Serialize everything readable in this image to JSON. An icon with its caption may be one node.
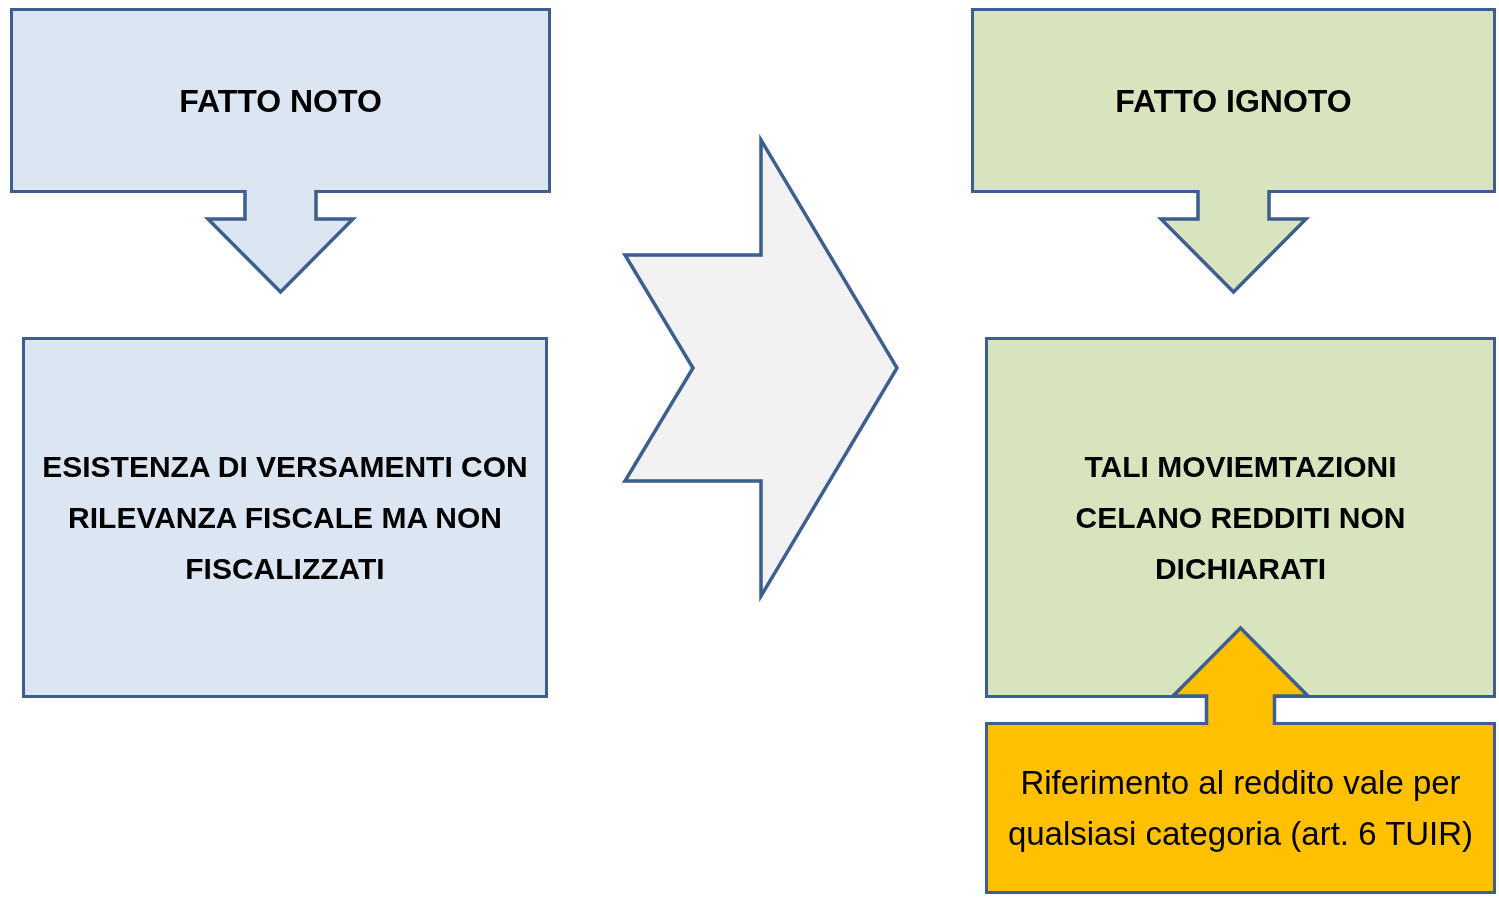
{
  "diagram": {
    "nodes": [
      {
        "text": [
          "FATTO NOTO"
        ]
      },
      {
        "text": [
          "ESISTENZA DI VERSAMENTI CON RILEVANZA FISCALE MA NON FISCALIZZATI"
        ]
      },
      {
        "text": [
          "FATTO IGNOTO"
        ]
      },
      {
        "text": [
          "TALI MOVIEMTAZIONI CELANO REDDITI NON DICHIARATI"
        ]
      },
      {
        "text": [
          "Riferimento al reddito vale per qualsiasi categoria (art. 6 TUIR)"
        ]
      }
    ],
    "edges": [
      {
        "from": 0,
        "to": 1,
        "arrow": "to"
      },
      {
        "from": 1,
        "to": 3,
        "arrow": "to"
      },
      {
        "from": 2,
        "to": 3,
        "arrow": "to"
      },
      {
        "from": 4,
        "to": 3,
        "arrow": "to"
      }
    ]
  }
}
